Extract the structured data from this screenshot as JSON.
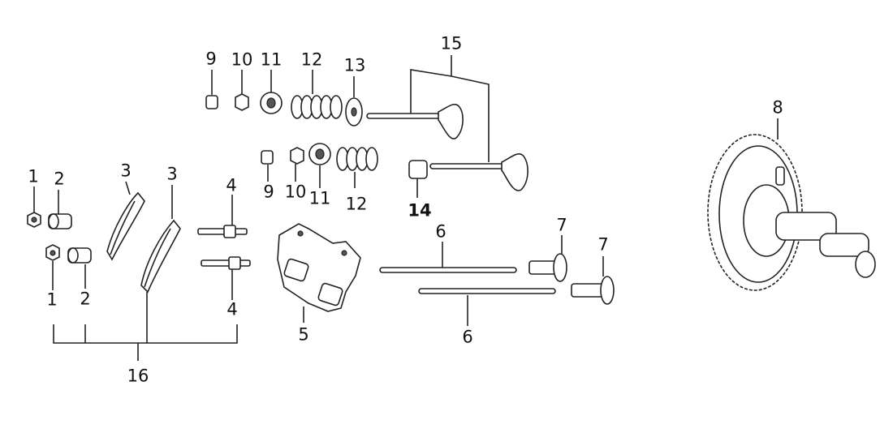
{
  "diagram": {
    "callouts": {
      "c1a": "1",
      "c1b": "1",
      "c2a": "2",
      "c2b": "2",
      "c3a": "3",
      "c3b": "3",
      "c4a": "4",
      "c4b": "4",
      "c5": "5",
      "c6a": "6",
      "c6b": "6",
      "c7a": "7",
      "c7b": "7",
      "c8": "8",
      "c9a": "9",
      "c9b": "9",
      "c10a": "10",
      "c10b": "10",
      "c11a": "11",
      "c11b": "11",
      "c12a": "12",
      "c12b": "12",
      "c13": "13",
      "c14": "14",
      "c15": "15",
      "c16": "16"
    }
  }
}
